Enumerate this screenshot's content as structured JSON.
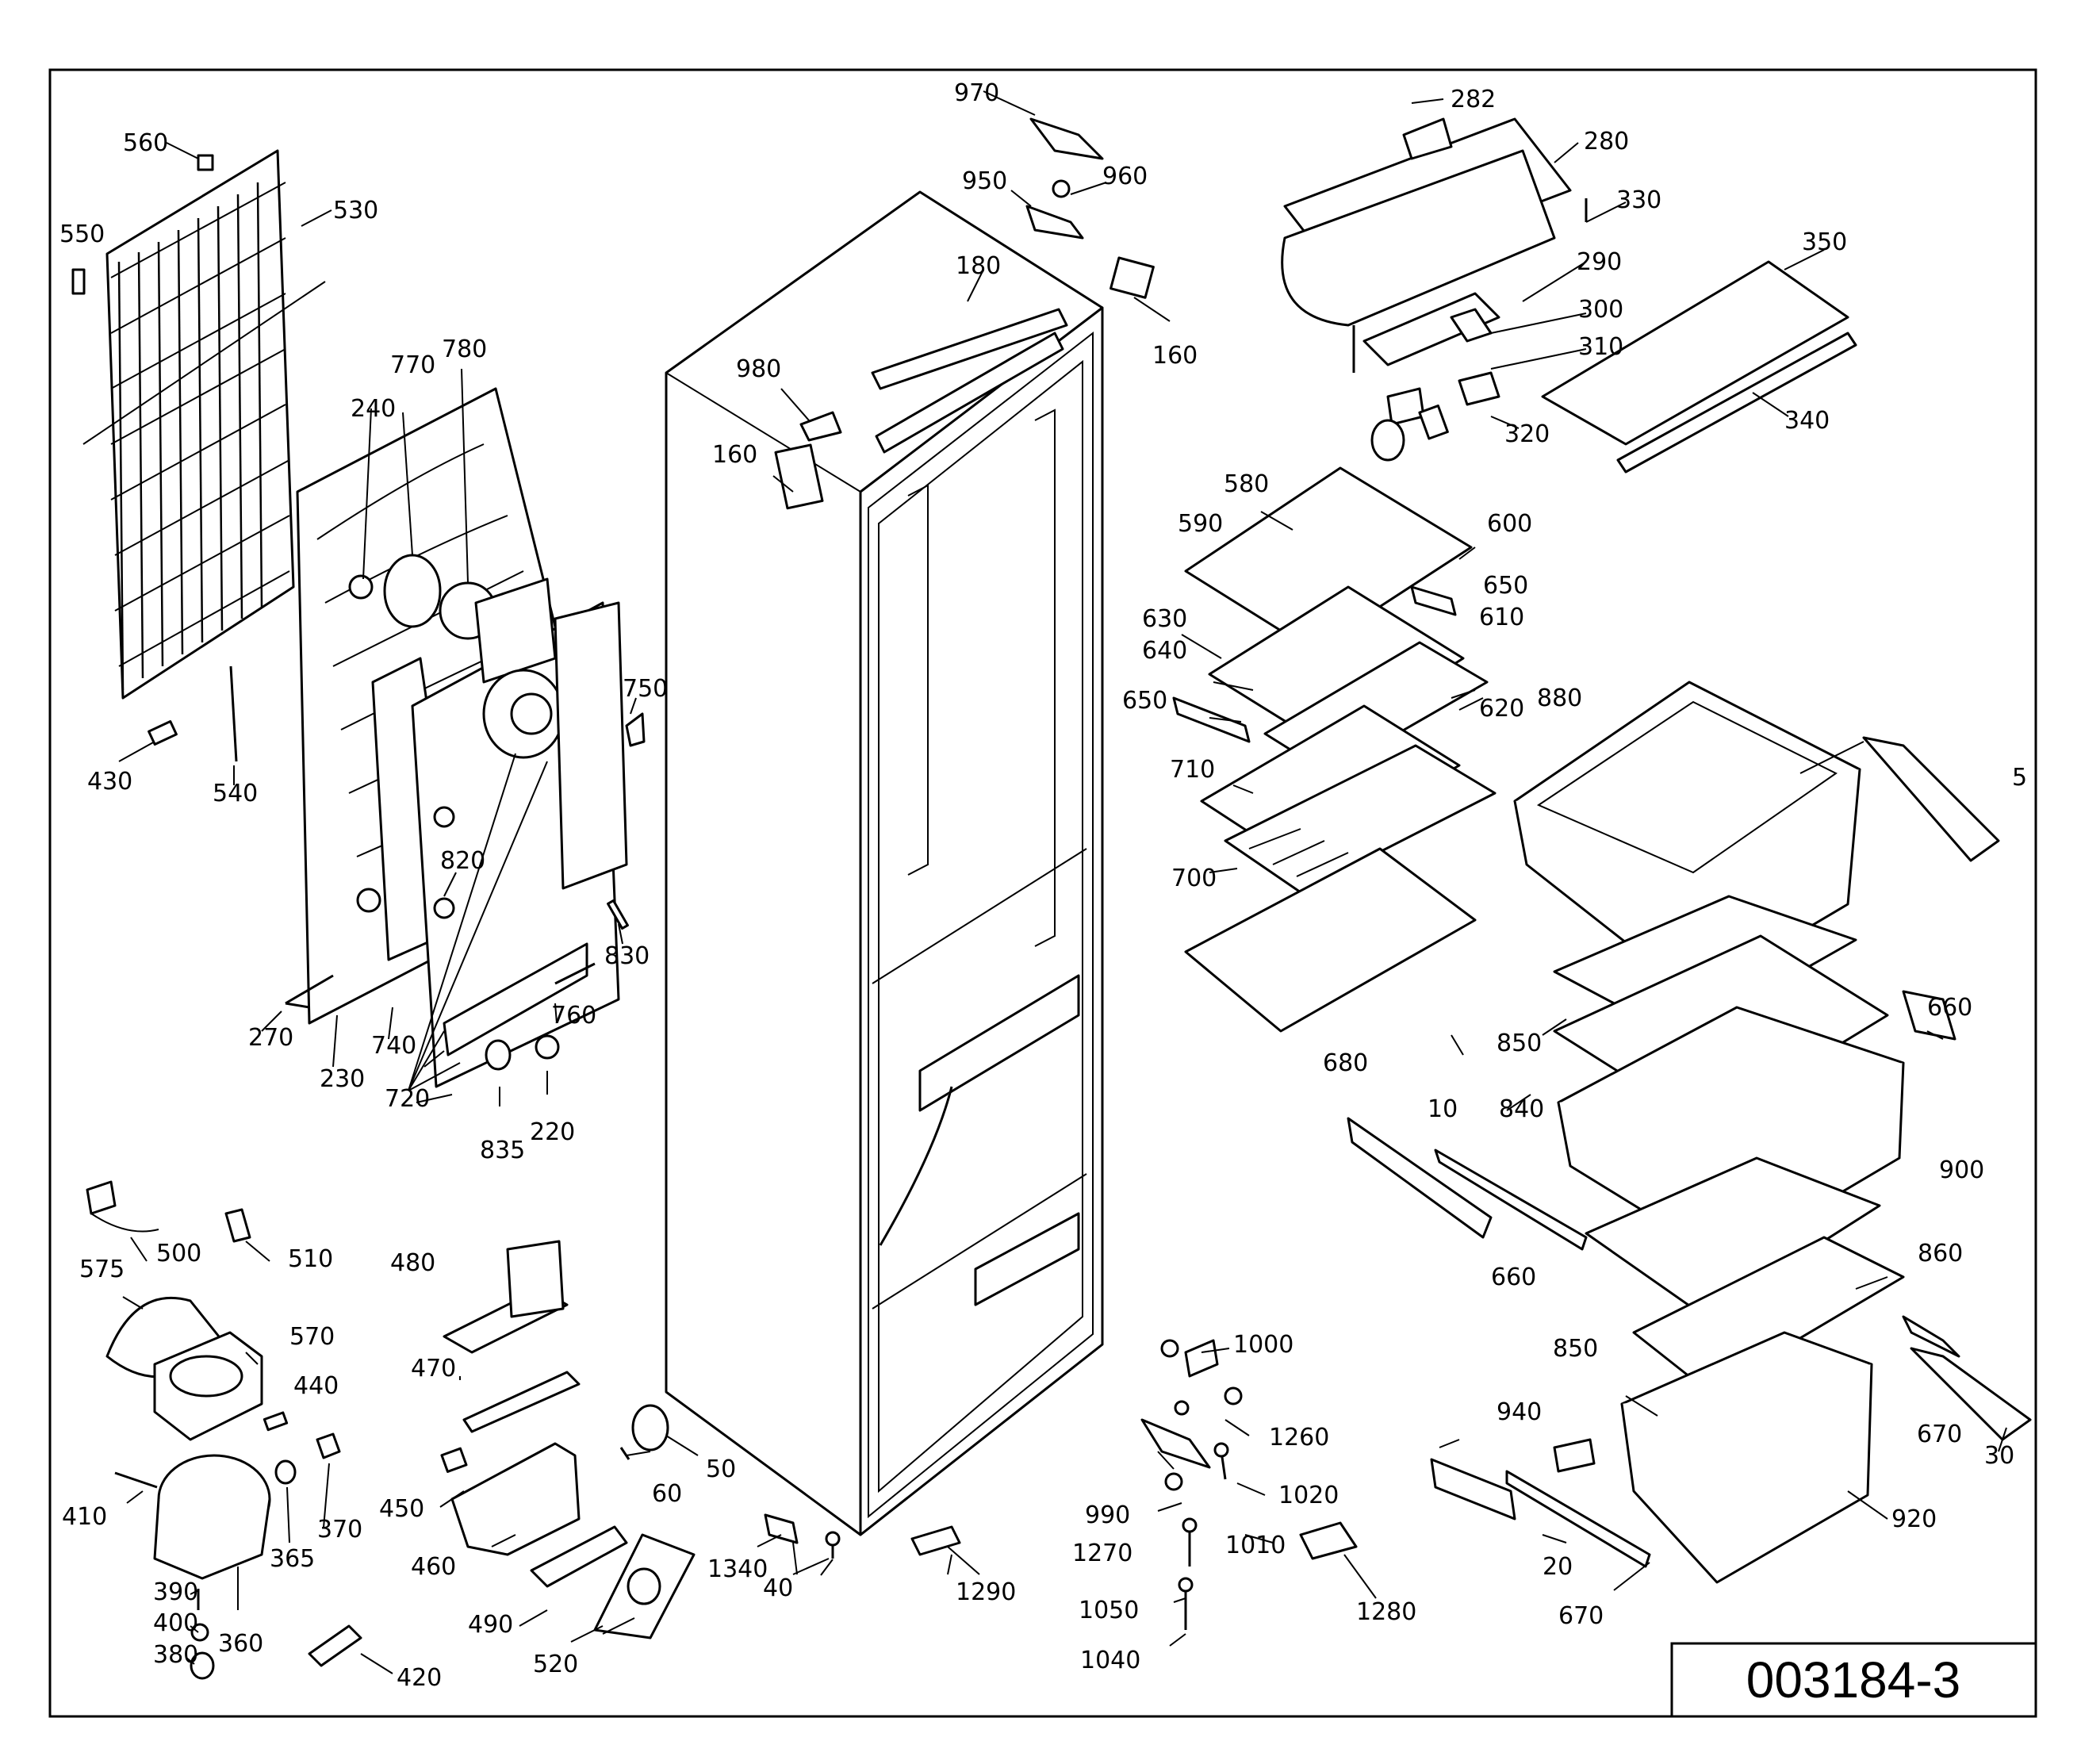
{
  "reference_code": "003184-3",
  "labels": [
    "970",
    "282",
    "280",
    "330",
    "560",
    "530",
    "950",
    "960",
    "550",
    "290",
    "350",
    "180",
    "300",
    "160",
    "310",
    "980",
    "340",
    "770",
    "780",
    "320",
    "240",
    "160",
    "580",
    "590",
    "600",
    "650",
    "630",
    "610",
    "640",
    "750",
    "650",
    "620",
    "880",
    "5",
    "710",
    "430",
    "540",
    "700",
    "820",
    "830",
    "660",
    "270",
    "230",
    "760",
    "740",
    "850",
    "680",
    "720",
    "840",
    "835",
    "220",
    "10",
    "900",
    "500",
    "510",
    "860",
    "660",
    "575",
    "480",
    "850",
    "1000",
    "570",
    "470",
    "440",
    "1260",
    "50",
    "940",
    "60",
    "370",
    "410",
    "450",
    "990",
    "1020",
    "670",
    "30",
    "365",
    "1270",
    "1010",
    "920",
    "460",
    "1340",
    "40",
    "1290",
    "390",
    "360",
    "400",
    "490",
    "1050",
    "1280",
    "20",
    "670",
    "380",
    "420",
    "520",
    "1040"
  ]
}
